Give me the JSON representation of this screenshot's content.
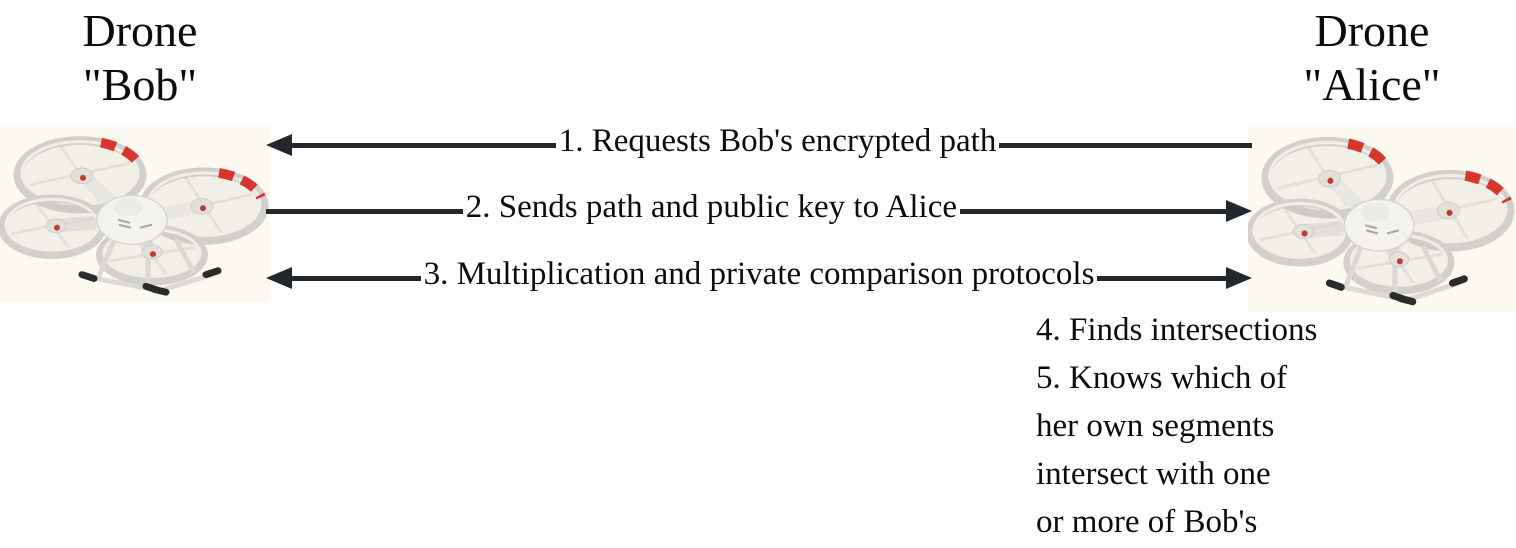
{
  "actors": {
    "bob": {
      "line1": "Drone",
      "line2": "\"Bob\""
    },
    "alice": {
      "line1": "Drone",
      "line2": "\"Alice\""
    }
  },
  "messages": [
    {
      "label": "1. Requests Bob's encrypted path",
      "direction": "to-bob"
    },
    {
      "label": "2. Sends path and public key to Alice",
      "direction": "to-alice"
    },
    {
      "label": "3. Multiplication and private comparison protocols",
      "direction": "bidirectional"
    }
  ],
  "notes": {
    "lines": [
      "4. Finds intersections",
      "5. Knows which of",
      "her own segments",
      "intersect with one",
      "or more of Bob's"
    ]
  },
  "icons": {
    "bob_drone": "quadcopter-drone",
    "alice_drone": "quadcopter-drone"
  },
  "colors": {
    "arrow": "#23282f",
    "text": "#0c0c0c",
    "background": "#ffffff",
    "drone_backdrop": "#fcf9f1",
    "drone_red_accent": "#d5372c"
  }
}
